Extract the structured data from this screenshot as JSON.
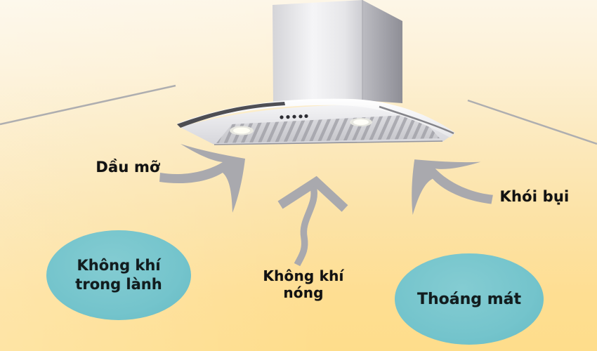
{
  "illustration": {
    "subject": "kitchen-range-hood",
    "arrows": [
      {
        "icon": "curved-arrow-up-right-icon",
        "points_to": "hood-left",
        "label_key": "grease"
      },
      {
        "icon": "arrow-up-icon",
        "points_to": "hood-center",
        "label_key": "hot_air"
      },
      {
        "icon": "curved-arrow-up-left-icon",
        "points_to": "hood-right",
        "label_key": "smoke_dust"
      }
    ]
  },
  "labels": {
    "grease": "Dầu mỡ",
    "smoke_dust": "Khói bụi",
    "hot_air": "Không khí nóng"
  },
  "bubbles": {
    "fresh_air": "Không khí trong lành",
    "cool_air": "Thoáng mát"
  },
  "colors": {
    "background_top": "#fdf6e7",
    "background_bottom": "#fedd8b",
    "bubble_fill": "#74c4cc",
    "arrow_gray": "#a9a9ae",
    "wall_line_gray": "#aeaeb0",
    "label_text": "#121212"
  }
}
